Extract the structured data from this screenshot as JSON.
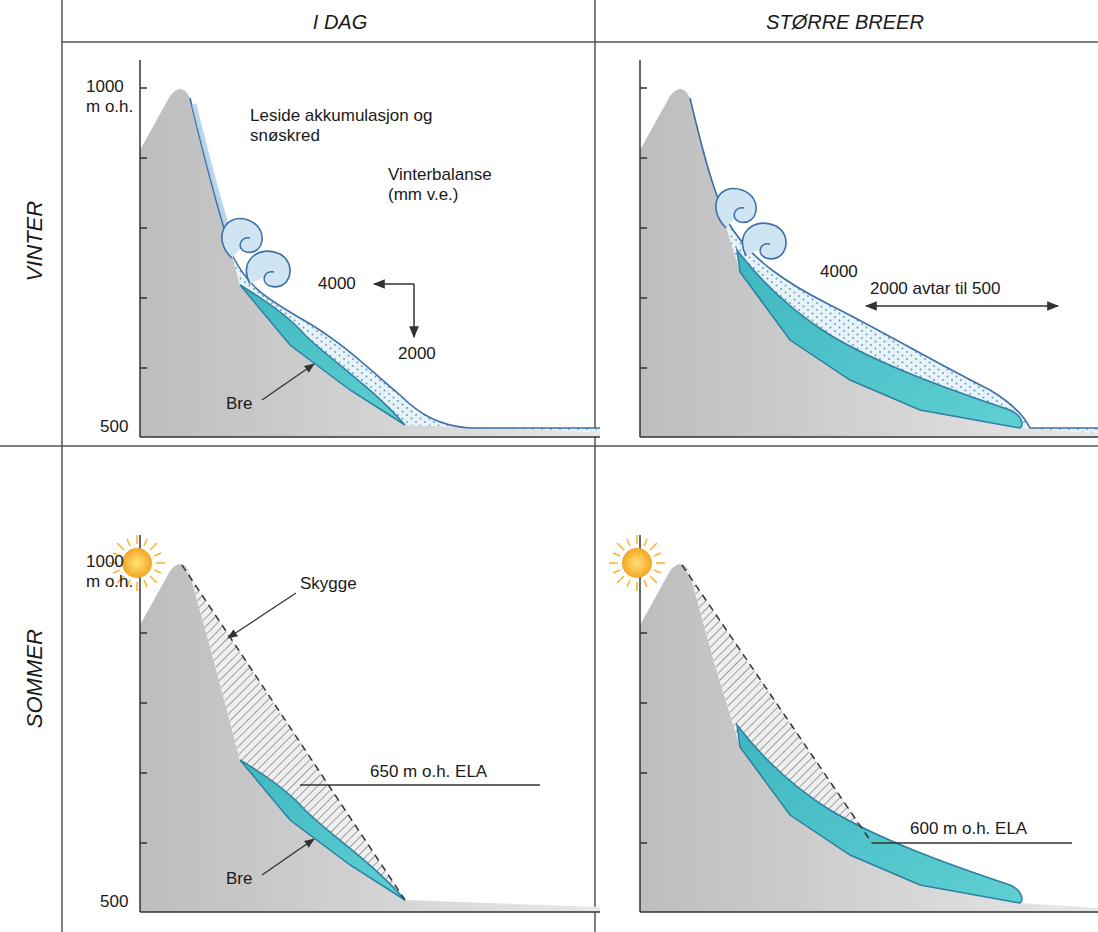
{
  "diagram": {
    "labels": [
      "I DAG",
      "STØRRE BREER",
      "VINTER",
      "SOMMER",
      "1000 m o.h.",
      "500",
      "Leside akkumulasjon og snøskred",
      "Vinterbalanse (mm v.e.)",
      "4000",
      "2000",
      "Bre",
      "4000",
      "2000 avtar til 500",
      "1000 m o.h.",
      "500",
      "Skygge",
      "650 m o.h. ELA",
      "Bre",
      "600 m o.h. ELA"
    ]
  }
}
